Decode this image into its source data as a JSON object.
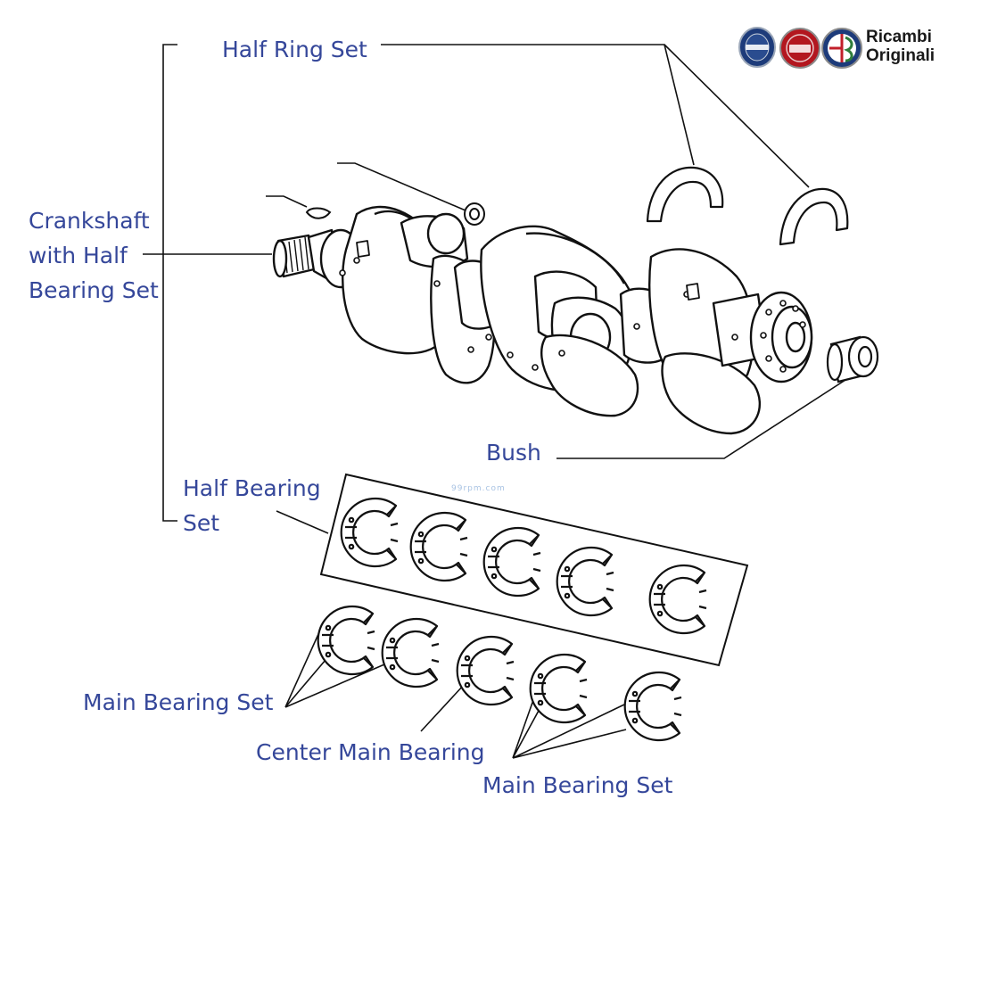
{
  "labels": {
    "half_ring_set": "Half Ring Set",
    "crankshaft": [
      "Crankshaft",
      "with Half",
      "Bearing Set"
    ],
    "bush": "Bush",
    "half_bearing_set": [
      "Half Bearing",
      "Set"
    ],
    "main_bearing_set_left": "Main Bearing Set",
    "center_main_bearing": "Center Main Bearing",
    "main_bearing_set_right": "Main Bearing Set"
  },
  "branding": {
    "line1": "Ricambi",
    "line2": "Originali",
    "logos": [
      "lancia-logo",
      "fiat-logo",
      "alfa-romeo-logo"
    ],
    "colors": {
      "lancia": "#1d3b7a",
      "fiat": "#b3171f",
      "alfa_red": "#c21f2a",
      "alfa_green": "#2f7d3a",
      "alfa_blue": "#1d3b7a"
    }
  },
  "watermark": "99rpm.com",
  "colors": {
    "label_text": "#35479a",
    "line_art": "#111111"
  }
}
